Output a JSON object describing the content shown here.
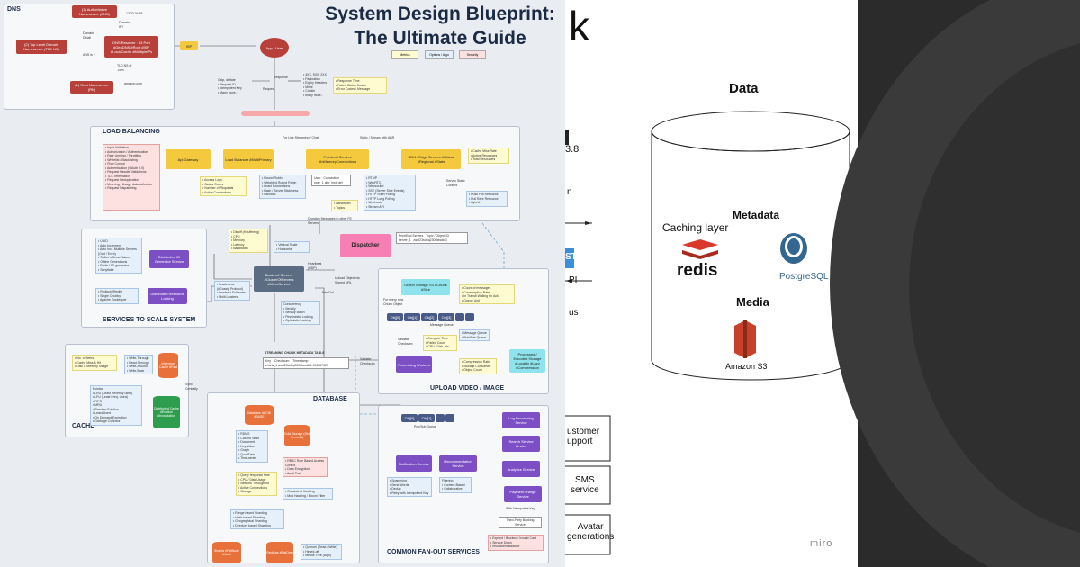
{
  "title": {
    "line1": "System Design Blueprint:",
    "line2": "The Ultimate Guide"
  },
  "legend": [
    "Metrics",
    "Options / Algo",
    "Security"
  ],
  "dns": {
    "label": "DNS",
    "ans": "(3) Authoritative Nameserver (ANS)",
    "tld": "(2) Top Level Domain Nameserver (TLD NS)",
    "root": "(1) Root Nameserver (RN)",
    "resolver": "DNS Resolver : 53 Port #GeoDNS #Root #ISP #LocalCache #MultipleIPs",
    "ip": "12.23.34.45",
    "domain_ip": "Domain IP?",
    "domain_detail": "Domain Detail",
    "ans_is": "ANS is ?",
    "tld_ns": "TLD NS of .com",
    "amazon": "amazon.com",
    "isp": "ISP"
  },
  "client": {
    "user": "App / User",
    "request": "Request",
    "response": "Response",
    "request_notes": "Gzip, deflate\n• Request ID\n• Idempotent Key\n• Many more..",
    "response_notes": "• 4XX, 5XX, 2XX\n• Pagination\n• Expiry Headers\n• Mime\n• Cookie\n• many more..",
    "response_metrics": "• Response Time\n• Failed Status Codes\n• Error Codes / Message"
  },
  "lb": {
    "label": "LOAD BALANCING",
    "live": "For Live Streaming / Chat",
    "static": "Static / Stream with ABR",
    "security_list": "• Input Validation\n• Authorization / Authentication\n• Rate Limiting / Throttling\n• Whitelist / Blacklisting\n• Flow Control\n• Authentication (OAuth 2.0)\n• Request Header Validations\n• TLS Termination\n• Request Deduplication\n• Metering / Usage data collection\n• Request Dispatching",
    "gateway": "Api Gateway",
    "balancer": "Load Balancer #MultiPrimary",
    "frontend": "Frontend Servers #InMemoryConnections",
    "cdn": "CDN / Edge Servers #Global #Regional #Stats",
    "gw_metrics": "• Access Logs\n• Status Codes\n• Number of Requests\n• Active Connections",
    "lb_algos": "• Round Robin\n• Weighted Round Robin\n• Least Connections\n• Hash / Server Stickiness\n• Random",
    "conn_head": [
      "User",
      "Connection"
    ],
    "conn_row": [
      "user_1",
      "abc_inst_def"
    ],
    "fe_protocols": "• RTMP\n• WebRTC\n• Websocket\n• SSE (Server Side Events)\n• HTTP Short Polling\n• HTTP Long Polling\n• Webhook\n• Stream API",
    "bandwidth": "• Bandwidth\n• Topics",
    "cdn_metrics": "• Cache Miss Rate\n• Active Resources\n• Total Resources",
    "serves": "Serves Static Content",
    "cdn_opts": "• Push Hot Resource\n• Pull Rare Resource\n• Hybrid"
  },
  "dispatch": {
    "msg": "Dispatch Messages to other FE Servers",
    "dispatcher": "Dispatcher",
    "head": [
      "FrontEnd Servers",
      "Topic / Object ID"
    ],
    "row": [
      "server_1",
      "asdf23sd5q230f9asdkf3"
    ]
  },
  "scale": {
    "label": "SERVICES TO SCALE SYSTEM",
    "id_list": "• UUID\n• Auto Increment\n• Auto Incr. Multiple Servers (Odd / Even)\n• Twitter's SnowFlakes\n• Offline Generations\n• Radix UID generator\n• Sonyflake",
    "id_gen": "Distributed ID Generator Service",
    "lock_list": "• Redlock (Redis)\n• Single Chubby\n• Apache Zookeeper",
    "lock": "Distributed Resource Locking",
    "cpu": "• Diskiff (if buffering)\n• CPU\n• Memory\n• Latency\n• Bandwidth",
    "scale_opts": "• Vertical Scale\n• Horizontal",
    "heartbeat": "Heartbeat (UDP)",
    "backend": "Backend Servers #ClusterOfServers #MicroService",
    "leader": "• Leaderless (#Gossip Protocol)\n• Leader + Followers\n• Multi Leaders",
    "concurrency": "Concurrency\n• Serially\n• Serially Batch\n• Pessimistic Locking\n• Optimistic Locking",
    "fan_out": "Fan Out",
    "upload_obj": "Upload Object via Signed URL"
  },
  "upload": {
    "label": "UPLOAD VIDEO / IMAGE",
    "storage": "Object Storage S3 #Chunk #Size",
    "per_chunk": "For every new Chunk Object",
    "storage_notes": "• Count of messages\n• Consumption Rate\n• In Transit Waiting for Ack\n• Queue Unit",
    "queue_cells": [
      "Obj[0]",
      "Obj[1]",
      "Obj[2]",
      "Obj[3]"
    ],
    "mq": "Message Queue",
    "validate": "Validate Checksum",
    "processing": "Processing Workers",
    "proc_metrics": "• Compute Time\n• Failed Count\n• CPU / Disk, etc",
    "mq_types": "• Message Queue\n• Pub/Sub Queue",
    "comp": "• Compression Ratio\n• Storage Consumed\n• Object Count",
    "encoded": "Processed / Encoded Storage #Locality #Lazy #Compression",
    "validate2": "Validate Checksum"
  },
  "cache": {
    "label": "CACHE",
    "items": "• No. of Items\n• Cache Miss & Hit\n• Disk & Memory Usage",
    "write": "• Write-Through\n• Read-Through\n• Write-Around\n• Write-Back",
    "inmem": "InMemory Cache #Fast",
    "sync": "Sync Centrally",
    "eviction": "Eviction\n• LRU (Least Recently used)\n• LFU (Least Freq. Used)\n• FIFO\n• MRU\n• Random Eviction\n• Least Used\n• On Demand Expiration\n• Garbage Collector",
    "dist": "Distributed Cache #Eviction #Invalidation"
  },
  "db": {
    "label": "DATABASE",
    "streaming": "STREAMING CHUNK METADATA TABLE",
    "head": [
      "Key",
      "Checksum",
      "Timestamp"
    ],
    "row": [
      "chunk_1",
      "asdf23sd5q230f9asdkf3",
      "153287423"
    ],
    "database": "Database #ACID #BASE",
    "cold": "Cold Storage (Old Records)",
    "types": "• RDMS\n• Column Wide\n• Document\n• Key-Value\n• Graph\n• QuadTree\n• Time-series",
    "rbac": "• RBAC Role Based Access Control\n• Data Encryption\n• Audit Trail",
    "query": "• Query response time\n• CPU / Disk Usage\n• Network Throughput\n• Active Connections\n• Storage",
    "hashing": "• Consistent Hashing\n• Mod Hashing / Bloom Filter",
    "sharding": "• Range based Sharding\n• Hash based Sharding\n• Geographical Sharding\n• Directory based Sharding",
    "shards": "Shards #FailNode #Hash",
    "replicas": "Replicas #FailOver",
    "quorum": "• Quorum (Read / Write)\n• Hinted-off\n• Merkle Tree (Algo)"
  },
  "fanout": {
    "label": "COMMON FAN-OUT SERVICES",
    "cells": [
      "Obj[0]",
      "Obj[1]"
    ],
    "pubsub": "Pub/Sub Queue",
    "notification": "Notification Service",
    "recommendation": "Recommendation Service",
    "notif_notes": "• Spamming\n• Send Words\n• Dedup\n• Retry with Idempotent Key",
    "rec_notes": "Filtering\n• Content-Based\n• Collaborative",
    "log": "Log Processing Service",
    "search": "Search Service #Index",
    "analytics": "Analytics Service",
    "payment": "Payment charge Service",
    "idem": "With Idempotent Key",
    "banking": "Third-Party Banking Service",
    "errors": "• Expired / Blocked / Invalid Card\n• Service Down\n• Insufficient Balance"
  },
  "mid": {
    "k": "k",
    "data": "Data",
    "metadata": "Metadata",
    "caching": "Caching layer",
    "redis": "redis",
    "postgres": "PostgreSQL",
    "media": "Media",
    "s3": "Amazon S3",
    "frag_8": "3.8",
    "frag_n": "n",
    "frag_st": "ST",
    "frag_pi": "PI",
    "frag_us": "us",
    "customer": "ustomer\nupport",
    "sms": "SMS\nservice",
    "avatar": "Avatar\ngenerations",
    "miro": "miro"
  },
  "colors": {
    "red": "#b8403a",
    "yellow": "#f5c93e",
    "purple": "#7d4fc5",
    "pink": "#f77fb4",
    "cyan": "#8ee3ec",
    "redis": "#d8392b",
    "s3": "#c7412a",
    "postgres": "#336791"
  }
}
